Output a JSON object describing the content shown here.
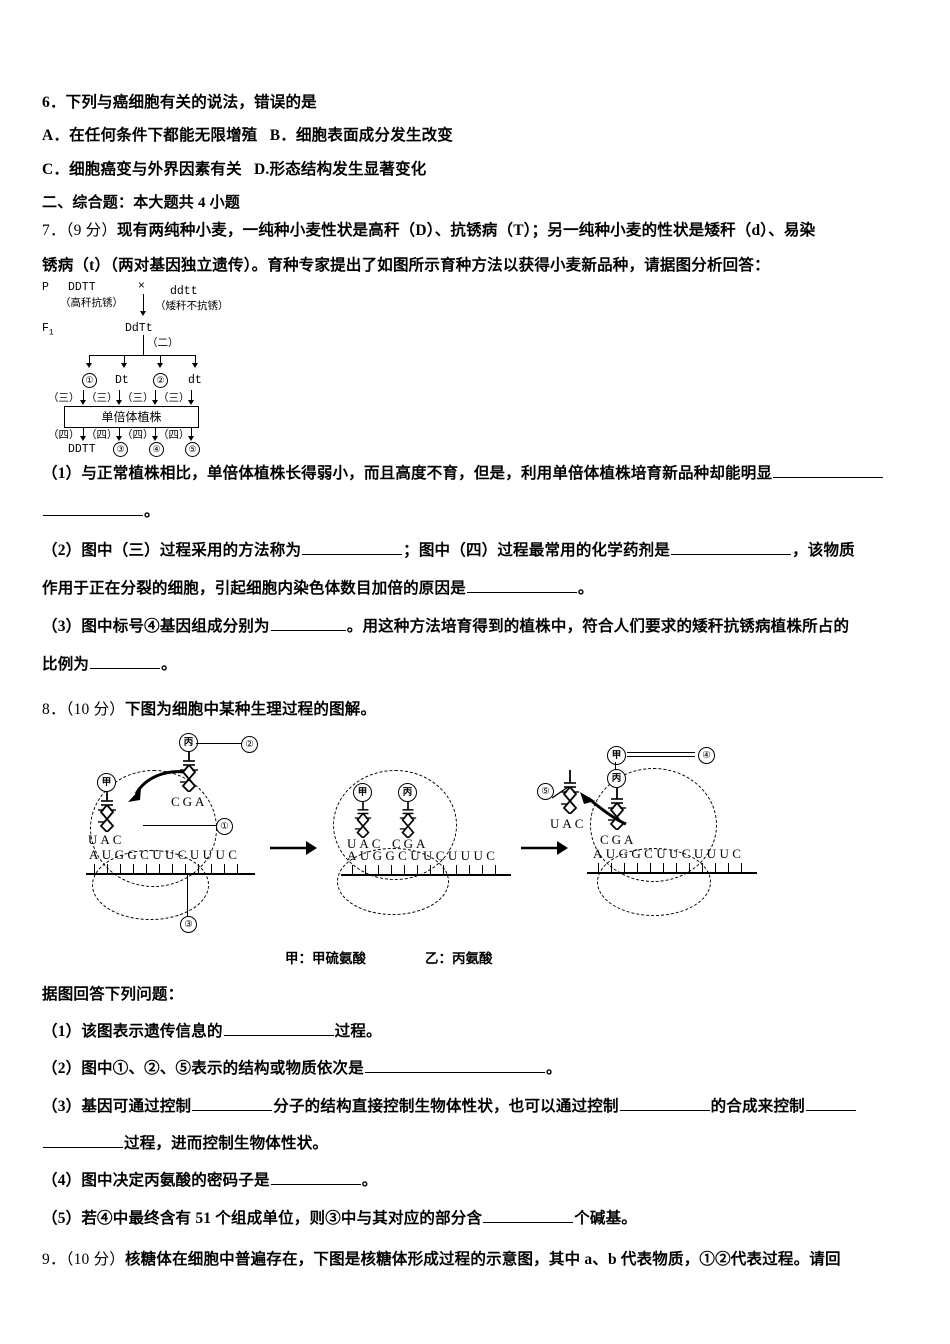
{
  "question6": {
    "stem": "6．下列与癌细胞有关的说法，错误的是",
    "options": [
      {
        "a_label": "A．",
        "a_text": "在任何条件下都能无限增殖",
        "b_label": "B．",
        "b_text": "细胞表面成分发生改变"
      },
      {
        "a_label": "C．",
        "a_text": "细胞癌变与外界因素有关",
        "b_label": "D.",
        "b_text": "形态结构发生显著变化"
      }
    ]
  },
  "section2": {
    "heading": "二、综合题：本大题共 4 小题"
  },
  "question7": {
    "number": "7．",
    "score": "（9 分）",
    "stem_line1": "现有两纯种小麦，一纯种小麦性状是高秆（D）、抗锈病（T）；另一纯种小麦的性状是矮秆（d）、易染",
    "stem_line2": "锈病（t）（两对基因独立遗传）。育种专家提出了如图所示育种方法以获得小麦新品种，请据图分析回答：",
    "diagram": {
      "p_label": "P",
      "parent1_genotype": "DDTT",
      "parent1_pheno": "（高秆抗锈）",
      "cross_symbol": "×",
      "parent2_genotype": "ddtt",
      "parent2_pheno": "（矮秆不抗锈）",
      "f1_label": "F",
      "f1_sub": "1",
      "f1_genotype": "DdTt",
      "step2": "（二）",
      "gametes": [
        "①",
        "Dt",
        "②",
        "dt"
      ],
      "step3": "（三）",
      "step3_labels": [
        "（三）",
        "（三）",
        "（三）",
        "（三）"
      ],
      "haploid_box": "单倍体植株",
      "step4_labels": [
        "（四）",
        "（四）",
        "（四）",
        "（四）"
      ],
      "results": [
        "DDTT",
        "③",
        "④",
        "⑤"
      ]
    },
    "sub1_a": "（1）与正常植株相比，单倍体植株长得弱小，而且高度不育，但是，利用单倍体植株培育新品种却能明显",
    "sub1_b": "。",
    "sub2_a": "（2）图中（三）过程采用的方法称为",
    "sub2_b": "；图中（四）过程最常用的化学药剂是",
    "sub2_c": "，该物质",
    "sub2_d": "作用于正在分裂的细胞，引起细胞内染色体数目加倍的原因是",
    "sub2_e": "。",
    "sub3_a": "（3）图中标号④基因组成分别为",
    "sub3_b": "。用这种方法培育得到的植株中，符合人们要求的矮秆抗锈病植株所占的",
    "sub3_c": "比例为",
    "sub3_d": "。"
  },
  "question8": {
    "number": "8．",
    "score": "（10 分）",
    "stem": "下图为细胞中某种生理过程的图解。",
    "diagram": {
      "mrna_sequence": "AUGGCUUCUUUC",
      "panel1": {
        "aa1": "甲",
        "anticodon1": "UAC",
        "aa2": "丙",
        "anticodon2": "CGA",
        "callout1": "①",
        "callout2": "②",
        "callout3": "③"
      },
      "panel2": {
        "aa1": "甲",
        "anticodon1": "UAC",
        "aa2": "丙",
        "anticodon2": "CGA"
      },
      "panel3": {
        "aa1": "甲",
        "aa2": "丙",
        "anticodon_free": "UAC",
        "anticodon_bound": "CGA",
        "callout4": "④",
        "callout5": "⑤"
      },
      "legend_left": "甲：甲硫氨酸",
      "legend_right": "乙：丙氨酸"
    },
    "prompt": "据图回答下列问题：",
    "sub1_a": "（1）该图表示遗传信息的",
    "sub1_b": "过程。",
    "sub2_a": "（2）图中①、②、⑤表示的结构或物质依次是",
    "sub2_b": "。",
    "sub3_a": "（3）基因可通过控制",
    "sub3_b": "分子的结构直接控制生物体性状，也可以通过控制",
    "sub3_c": "的合成来控制",
    "sub3_d": "过程，进而控制生物体性状。",
    "sub4_a": "（4）图中决定丙氨酸的密码子是",
    "sub4_b": "。",
    "sub5_a": "（5）若④中最终含有 51 个组成单位，则③中与其对应的部分含",
    "sub5_b": "个碱基。"
  },
  "question9": {
    "number": "9．",
    "score": "（10 分）",
    "stem": "核糖体在细胞中普遍存在，下图是核糖体形成过程的示意图，其中 a、b 代表物质，①②代表过程。请回"
  }
}
